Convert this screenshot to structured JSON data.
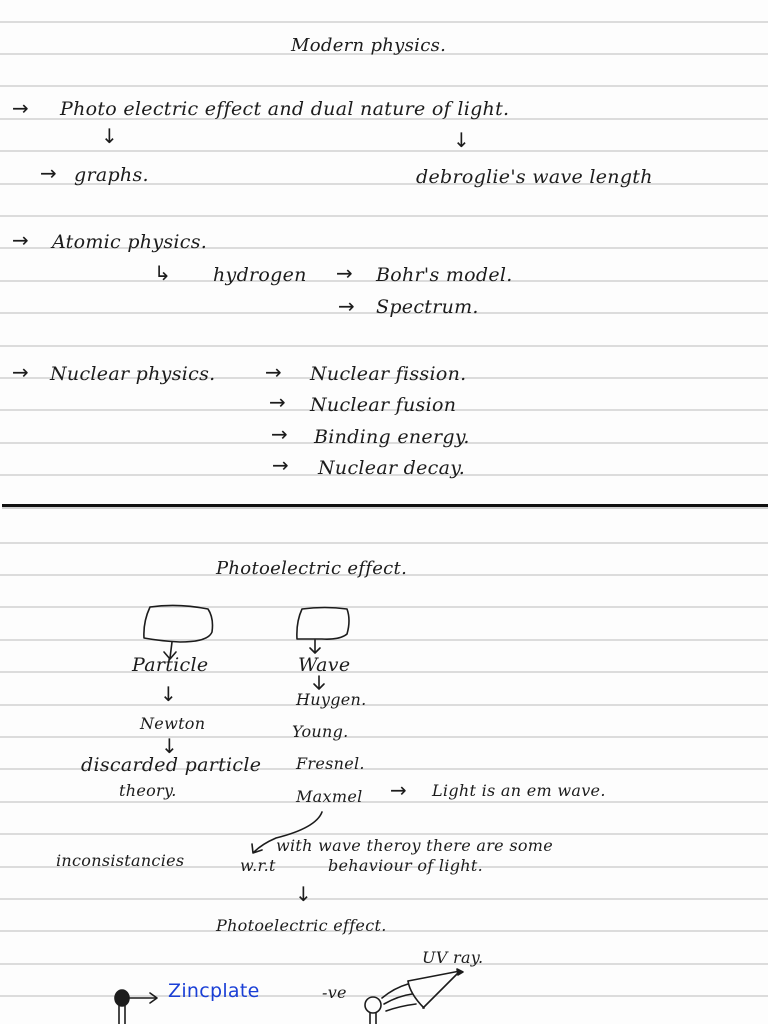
{
  "page": {
    "title": "Modern physics.",
    "section1": {
      "topic1": {
        "label": "Photo electric effect and dual nature of light.",
        "branch_left": "graphs.",
        "branch_right": "debroglie's wave length"
      },
      "topic2": {
        "label": "Atomic physics.",
        "sub": "hydrogen",
        "items": [
          "Bohr's model.",
          "Spectrum."
        ]
      },
      "topic3": {
        "label": "Nuclear physics.",
        "items": [
          "Nuclear fission.",
          "Nuclear fusion",
          "Binding energy.",
          "Nuclear decay."
        ]
      }
    },
    "section2": {
      "heading": "Photoelectric effect.",
      "particle": {
        "label": "Particle",
        "scientist": "Newton",
        "note_line1": "discarded particle",
        "note_line2": "theory."
      },
      "wave": {
        "label": "Wave",
        "scientists": [
          "Huygen.",
          "Young.",
          "Fresnel.",
          "Maxmel"
        ],
        "maxwell_note": "Light is an em wave."
      },
      "inconsistency": {
        "left": "inconsistancies",
        "wrt": "w.r.t",
        "line1": "with wave theroy there are some",
        "line2": "behaviour of light."
      },
      "subheading": "Photoelectric effect.",
      "diagram": {
        "zinc_label": "Zincplate",
        "charge_label": "-ve",
        "ray_label": "UV ray."
      }
    },
    "symbols": {
      "right_arrow": "→",
      "down_arrow": "↓",
      "hook_arrow": "↳"
    },
    "colors": {
      "ink": "#1c1c1c",
      "highlight_ink": "#1a3fd6",
      "rule": "#dcdcdc"
    }
  }
}
